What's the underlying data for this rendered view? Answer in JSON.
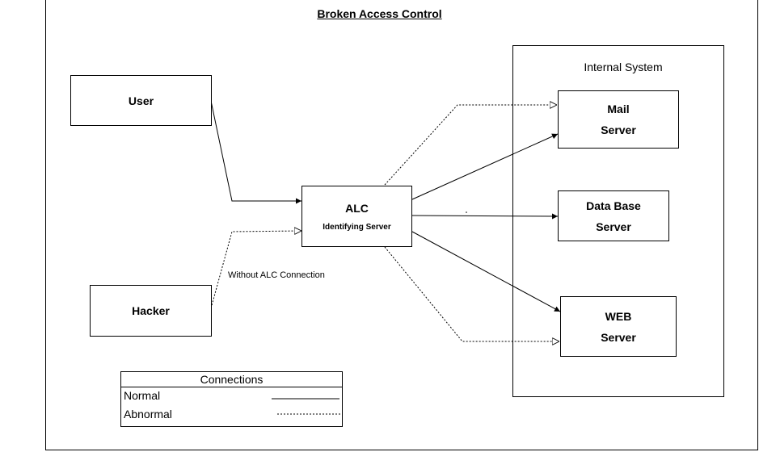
{
  "title": "Broken Access Control",
  "nodes": {
    "user": "User",
    "hacker": "Hacker",
    "alc": {
      "title": "ALC",
      "subtitle": "Identifying Server"
    },
    "internal_system": "Internal System",
    "mail": {
      "line1": "Mail",
      "line2": "Server"
    },
    "database": {
      "line1": "Data Base",
      "line2": "Server"
    },
    "web": {
      "line1": "WEB",
      "line2": "Server"
    }
  },
  "annotation": "Without ALC Connection",
  "legend": {
    "title": "Connections",
    "normal": "Normal",
    "abnormal": "Abnormal"
  }
}
